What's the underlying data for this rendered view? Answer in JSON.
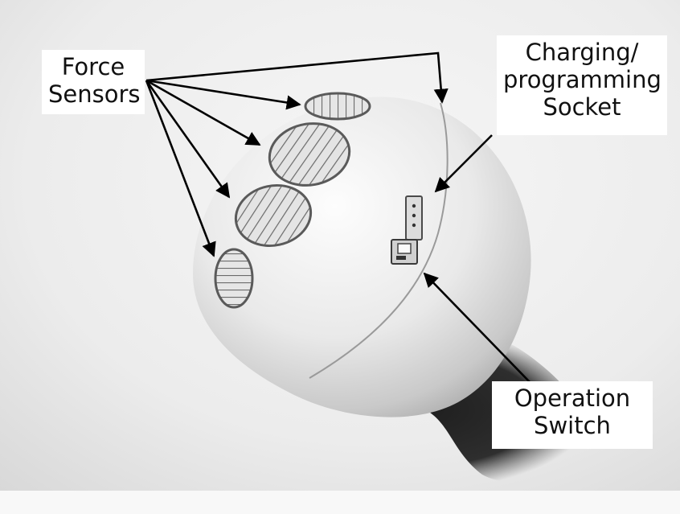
{
  "labels": {
    "force_sensors": [
      "Force",
      "Sensors"
    ],
    "charging_socket": [
      "Charging/",
      "programming",
      "Socket"
    ],
    "operation_switch": [
      "Operation",
      "Switch"
    ]
  },
  "colors": {
    "background_light": "#f4f4f4",
    "background_mid": "#dcdcdc",
    "ball_light": "#fafafa",
    "ball_shade": "#b8b8b8",
    "shadow": "#2a2a2a",
    "sensor_stroke": "#5a5a5a",
    "arrow": "#000000",
    "label_bg": "#ffffff"
  },
  "icons": {
    "sensor_pad": "hatched-ellipse-icon",
    "socket": "socket-icon",
    "switch": "switch-icon"
  }
}
